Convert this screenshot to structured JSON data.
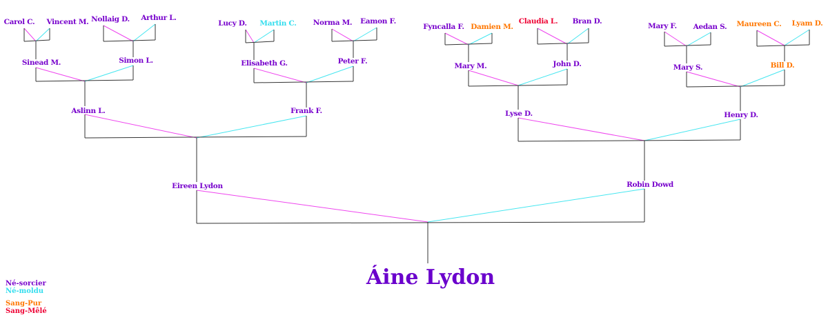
{
  "root": {
    "name": "Áine Lydon",
    "color": "#6a00cc"
  },
  "colors": {
    "ne_sorcier": "#7700cc",
    "ne_moldu": "#33ddee",
    "sang_pur": "#ff7700",
    "sang_mele": "#ee0033",
    "mother_line": "#ee44ee",
    "father_line": "#44e6f0",
    "bracket_line": "#333333"
  },
  "people": [
    {
      "id": "carol",
      "name": "Carol C.",
      "status": "ne_sorcier"
    },
    {
      "id": "vincent",
      "name": "Vincent M.",
      "status": "ne_sorcier"
    },
    {
      "id": "nollaig",
      "name": "Nollaig D.",
      "status": "ne_sorcier"
    },
    {
      "id": "arthur",
      "name": "Arthur L.",
      "status": "ne_sorcier"
    },
    {
      "id": "lucy",
      "name": "Lucy D.",
      "status": "ne_sorcier"
    },
    {
      "id": "martin",
      "name": "Martin C.",
      "status": "ne_moldu"
    },
    {
      "id": "norma",
      "name": "Norma M.",
      "status": "ne_sorcier"
    },
    {
      "id": "eamon",
      "name": "Eamon F.",
      "status": "ne_sorcier"
    },
    {
      "id": "fyncalla",
      "name": "Fyncalla F.",
      "status": "ne_sorcier"
    },
    {
      "id": "damien",
      "name": "Damien M.",
      "status": "sang_pur"
    },
    {
      "id": "claudia",
      "name": "Claudia L.",
      "status": "sang_mele"
    },
    {
      "id": "bran",
      "name": "Bran D.",
      "status": "ne_sorcier"
    },
    {
      "id": "maryf",
      "name": "Mary F.",
      "status": "ne_sorcier"
    },
    {
      "id": "aedan",
      "name": "Aedan S.",
      "status": "ne_sorcier"
    },
    {
      "id": "maureen",
      "name": "Maureen C.",
      "status": "sang_pur"
    },
    {
      "id": "lyam",
      "name": "Lyam D.",
      "status": "sang_pur"
    },
    {
      "id": "sinead",
      "name": "Sinead M.",
      "status": "ne_sorcier"
    },
    {
      "id": "simon",
      "name": "Simon L.",
      "status": "ne_sorcier"
    },
    {
      "id": "elisabeth",
      "name": "Elisabeth G.",
      "status": "ne_sorcier"
    },
    {
      "id": "peter",
      "name": "Peter F.",
      "status": "ne_sorcier"
    },
    {
      "id": "marym",
      "name": "Mary M.",
      "status": "ne_sorcier"
    },
    {
      "id": "john",
      "name": "John D.",
      "status": "ne_sorcier"
    },
    {
      "id": "marys",
      "name": "Mary S.",
      "status": "ne_sorcier"
    },
    {
      "id": "bill",
      "name": "Bill D.",
      "status": "sang_pur"
    },
    {
      "id": "aslinn",
      "name": "Aslinn L.",
      "status": "ne_sorcier"
    },
    {
      "id": "frank",
      "name": "Frank F.",
      "status": "ne_sorcier"
    },
    {
      "id": "lyse",
      "name": "Lyse D.",
      "status": "ne_sorcier"
    },
    {
      "id": "henry",
      "name": "Henry D.",
      "status": "ne_sorcier"
    },
    {
      "id": "eireen",
      "name": "Eireen Lydon",
      "status": "ne_sorcier"
    },
    {
      "id": "robin",
      "name": "Robin Dowd",
      "status": "ne_sorcier"
    }
  ],
  "unions": [
    {
      "mother": "carol",
      "father": "vincent",
      "child": "sinead"
    },
    {
      "mother": "nollaig",
      "father": "arthur",
      "child": "simon"
    },
    {
      "mother": "lucy",
      "father": "martin",
      "child": "elisabeth"
    },
    {
      "mother": "norma",
      "father": "eamon",
      "child": "peter"
    },
    {
      "mother": "fyncalla",
      "father": "damien",
      "child": "marym"
    },
    {
      "mother": "claudia",
      "father": "bran",
      "child": "john"
    },
    {
      "mother": "maryf",
      "father": "aedan",
      "child": "marys"
    },
    {
      "mother": "maureen",
      "father": "lyam",
      "child": "bill"
    },
    {
      "mother": "sinead",
      "father": "simon",
      "child": "aslinn"
    },
    {
      "mother": "elisabeth",
      "father": "peter",
      "child": "frank"
    },
    {
      "mother": "marym",
      "father": "john",
      "child": "lyse"
    },
    {
      "mother": "marys",
      "father": "bill",
      "child": "henry"
    },
    {
      "mother": "aslinn",
      "father": "frank",
      "child": "eireen"
    },
    {
      "mother": "lyse",
      "father": "henry",
      "child": "robin"
    },
    {
      "mother": "eireen",
      "father": "robin",
      "child": "root"
    }
  ],
  "legend": [
    {
      "label": "Né-sorcier",
      "status": "ne_sorcier"
    },
    {
      "label": "Né-moldu",
      "status": "ne_moldu"
    },
    {
      "label": "Sang-Pur",
      "status": "sang_pur"
    },
    {
      "label": "Sang-Mêlé",
      "status": "sang_mele"
    }
  ]
}
